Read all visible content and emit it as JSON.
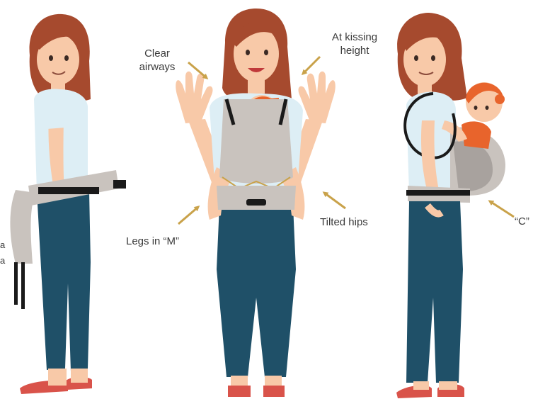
{
  "colors": {
    "hair": "#a64a2e",
    "skin": "#f8c9a8",
    "shirt": "#ddeef5",
    "jeans": "#1f5068",
    "shoe": "#d9534a",
    "carrier": "#c9c3be",
    "strap": "#1a1a1a",
    "baby_hair": "#e8642c",
    "arrow": "#c9a24a",
    "label_text": "#3a3a3a"
  },
  "labels": {
    "clear_airways_1": "Clear",
    "clear_airways_2": "airways",
    "kissing_height_1": "At kissing",
    "kissing_height_2": "height",
    "legs_m": "Legs in “M”",
    "tilted_hips": "Tilted hips",
    "c_partial": "“C”",
    "left_fragment_1": "a",
    "left_fragment_2": "a"
  },
  "icons": {
    "arrow": "arrow-icon"
  }
}
